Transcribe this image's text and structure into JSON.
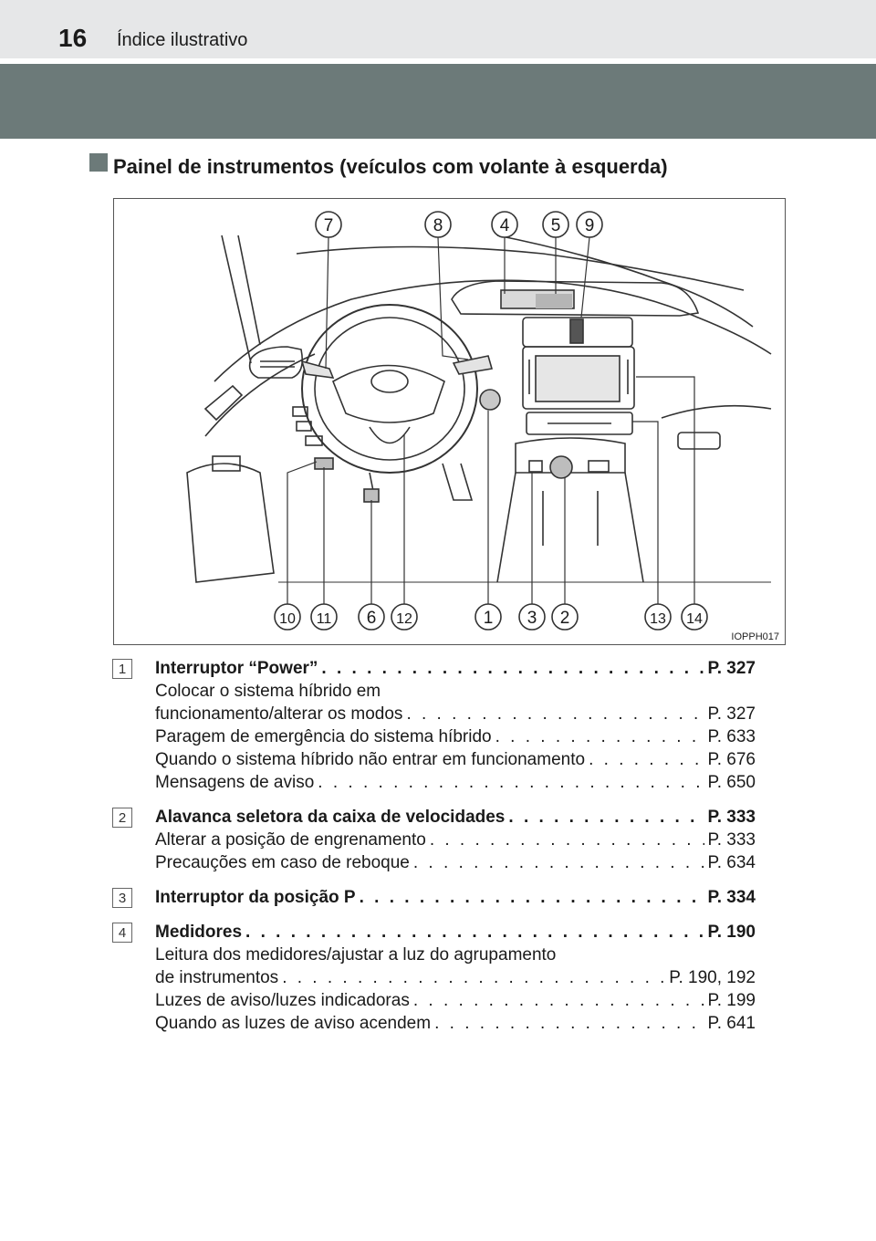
{
  "header": {
    "page_number": "16",
    "chapter": "Índice ilustrativo"
  },
  "section": {
    "title": "Painel de instrumentos (veículos com volante à esquerda)"
  },
  "figure": {
    "code": "IOPPH017",
    "top_callouts": [
      "7",
      "8",
      "4",
      "5",
      "9"
    ],
    "bottom_callouts": [
      "10",
      "11",
      "6",
      "12",
      "1",
      "3",
      "2",
      "13",
      "14"
    ]
  },
  "items": [
    {
      "number": "1",
      "title": "Interruptor “Power”",
      "page": "P. 327",
      "lines": [
        {
          "text": "Colocar o sistema híbrido em",
          "page": ""
        },
        {
          "text": "funcionamento/alterar os modos",
          "page": "P. 327"
        },
        {
          "text": "Paragem de emergência do sistema híbrido",
          "page": "P. 633"
        },
        {
          "text": "Quando o sistema híbrido não entrar em funcionamento",
          "page": "P. 676"
        },
        {
          "text": "Mensagens de aviso",
          "page": "P. 650"
        }
      ]
    },
    {
      "number": "2",
      "title": "Alavanca seletora da caixa de velocidades",
      "page": "P. 333",
      "lines": [
        {
          "text": "Alterar a posição de engrenamento",
          "page": "P. 333"
        },
        {
          "text": "Precauções em caso de reboque",
          "page": "P. 634"
        }
      ]
    },
    {
      "number": "3",
      "title": "Interruptor da posição P",
      "page": "P. 334",
      "lines": []
    },
    {
      "number": "4",
      "title": "Medidores",
      "page": "P. 190",
      "lines": [
        {
          "text": "Leitura dos medidores/ajustar a luz do agrupamento",
          "page": ""
        },
        {
          "text": "de instrumentos",
          "page": "P. 190, 192"
        },
        {
          "text": "Luzes de aviso/luzes indicadoras",
          "page": "P. 199"
        },
        {
          "text": "Quando as luzes de aviso acendem",
          "page": "P. 641"
        }
      ]
    }
  ]
}
